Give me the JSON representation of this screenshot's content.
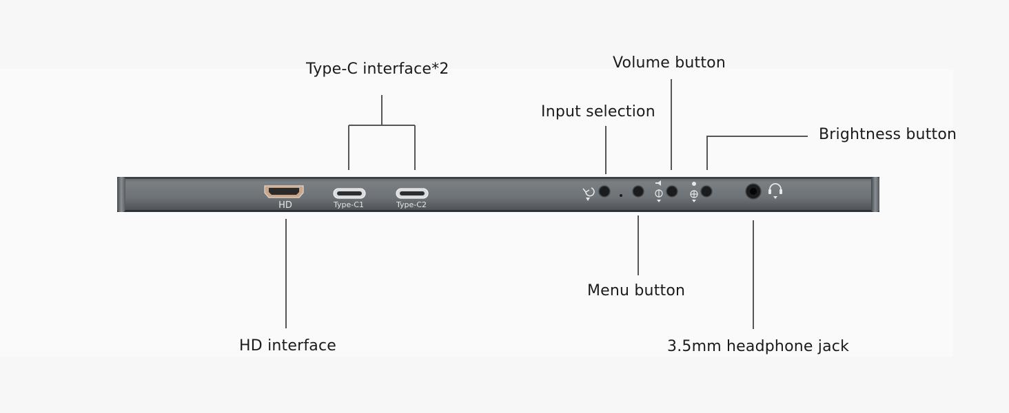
{
  "callouts": {
    "type_c": "Type-C interface*2",
    "volume": "Volume button",
    "input": "Input selection",
    "brightness": "Brightness button",
    "menu": "Menu button",
    "hd": "HD interface",
    "headphone": "3.5mm headphone jack"
  },
  "port_labels": {
    "hd": "HD",
    "type_c1": "Type-C1",
    "type_c2": "Type-C2"
  },
  "colors": {
    "device_body": "#6f7478",
    "device_dark": "#3a3d40",
    "leader_line": "#555555",
    "hdmi_gold": "#c9a58a"
  },
  "icons": {
    "input": "rotate-arrow-icon",
    "volume": "volume-icon",
    "brightness": "brightness-icon",
    "headphone": "headphone-icon"
  }
}
